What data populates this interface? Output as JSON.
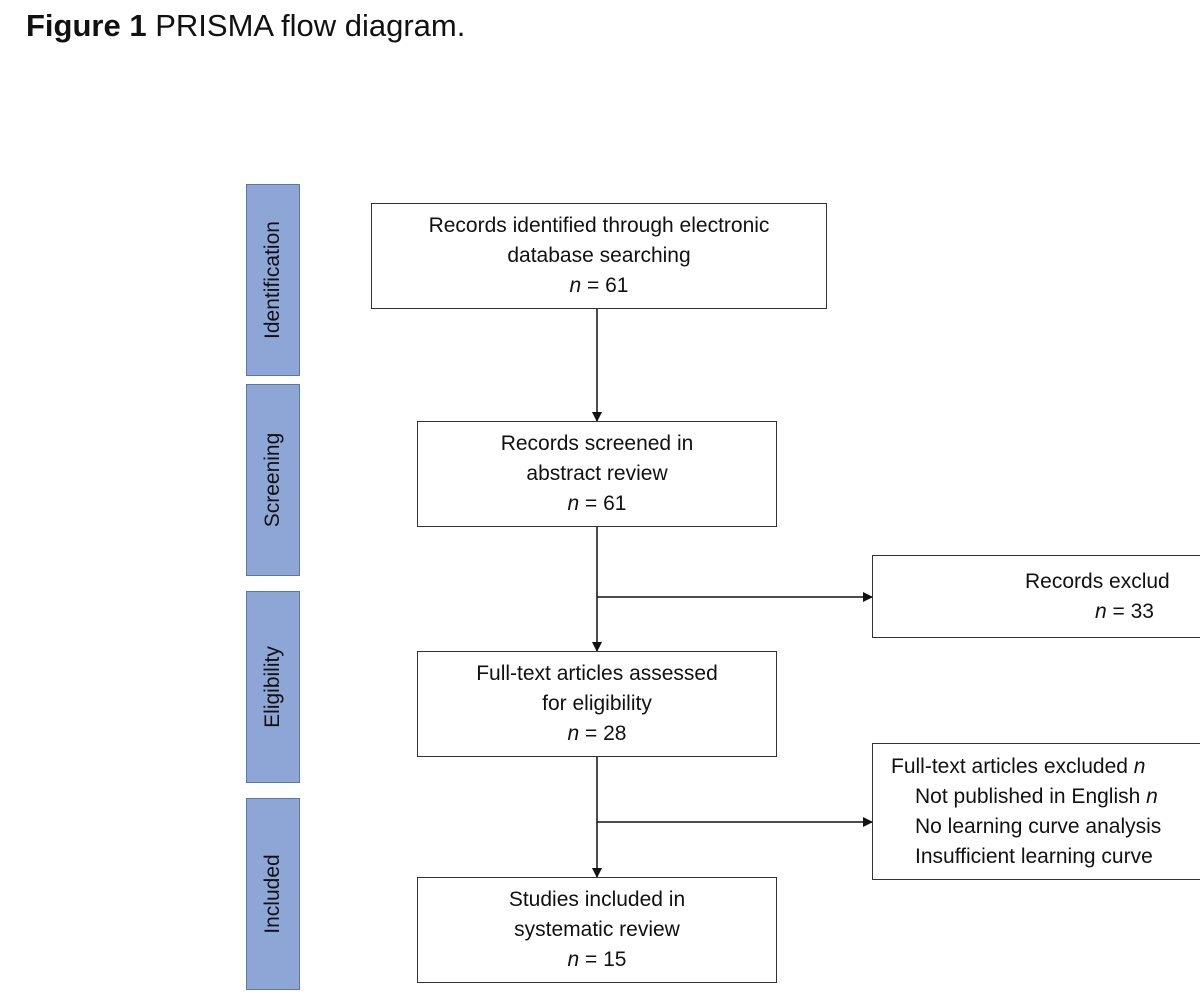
{
  "caption": {
    "label": "Figure 1",
    "text": "PRISMA flow diagram."
  },
  "stages": {
    "identification": "Identification",
    "screening": "Screening",
    "eligibility": "Eligibility",
    "included": "Included"
  },
  "boxes": {
    "identified": {
      "line1": "Records identified through electronic",
      "line2": "database searching",
      "n_symbol": "n",
      "n_value": " = 61"
    },
    "screened": {
      "line1": "Records screened in",
      "line2": "abstract review",
      "n_symbol": "n",
      "n_value": " = 61"
    },
    "excluded_records": {
      "line1": "Records exclud",
      "n_symbol": "n",
      "n_value": " = 33"
    },
    "fulltext": {
      "line1": "Full-text articles assessed",
      "line2": "for eligibility",
      "n_symbol": "n",
      "n_value": " = 28"
    },
    "excluded_fulltext": {
      "heading": "Full-text articles excluded ",
      "heading_n": "n",
      "reasons": [
        {
          "text": "Not published in English ",
          "n": "n"
        },
        {
          "text": "No learning curve analysis",
          "n": ""
        },
        {
          "text": "Insufficient learning curve",
          "n": ""
        }
      ]
    },
    "included": {
      "line1": "Studies included in",
      "line2": "systematic review",
      "n_symbol": "n",
      "n_value": " = 15"
    }
  },
  "colors": {
    "stage_fill": "#8ea6d6",
    "stroke": "#333333"
  }
}
